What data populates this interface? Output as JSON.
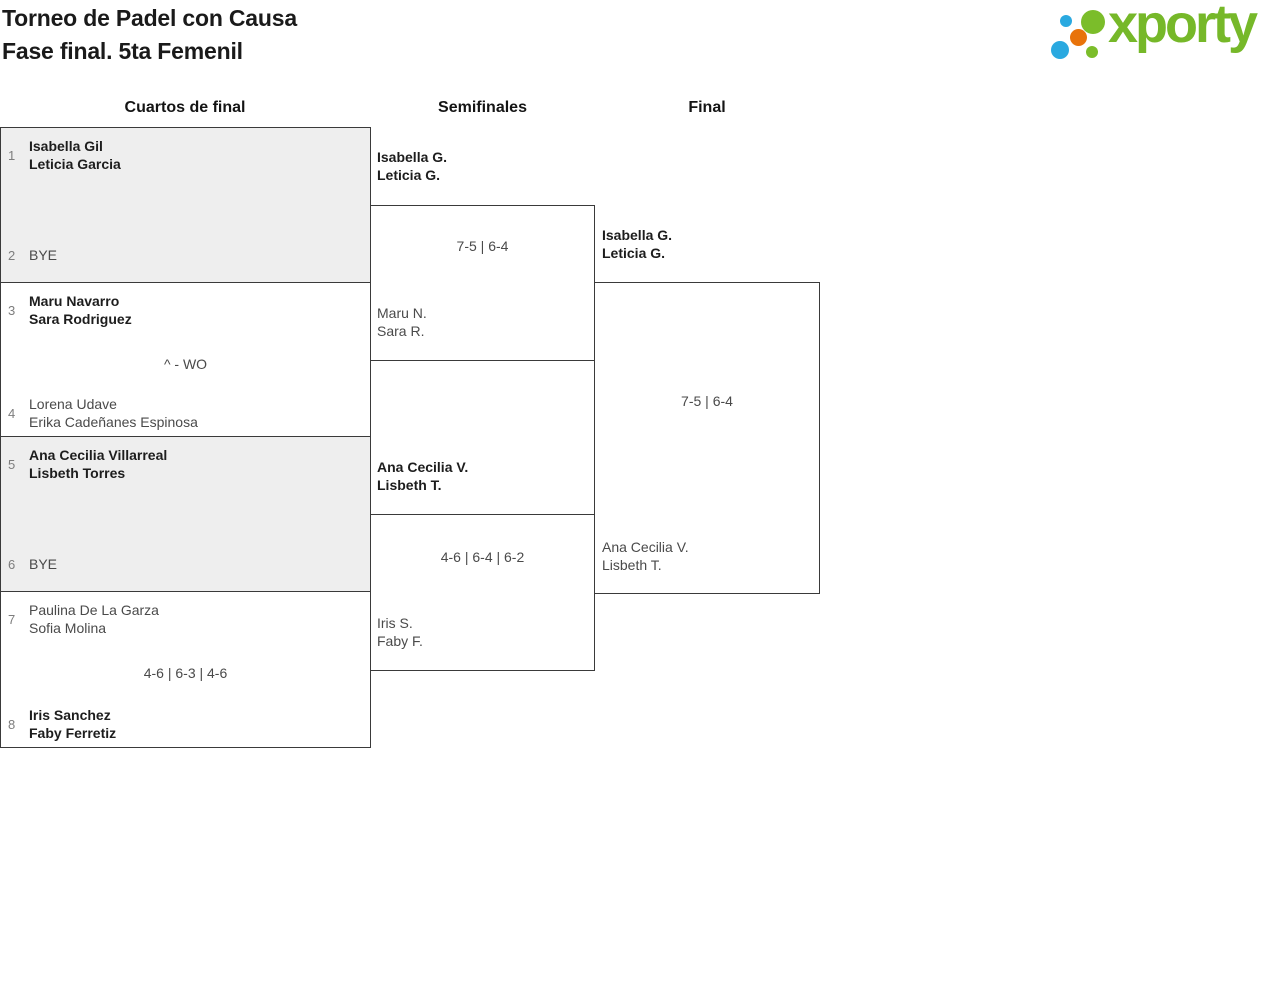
{
  "header": {
    "title_line1": "Torneo de Padel con Causa",
    "title_line2": "Fase final. 5ta Femenil"
  },
  "logo": {
    "text": "xporty",
    "colors": {
      "green": "#76b829",
      "blue": "#2aa9e0",
      "orange": "#e8730a"
    }
  },
  "rounds": {
    "quarterfinals_label": "Cuartos de final",
    "semifinals_label": "Semifinales",
    "final_label": "Final"
  },
  "style_tokens": {
    "border_color": "#3a3a3a",
    "bye_box_fill": "#eeeeee",
    "winner_text": "#1d1d1d",
    "secondary_text": "#4a4a4a",
    "seed_text": "#7d7d7d"
  },
  "bracket": {
    "quarterfinals": [
      {
        "score": "",
        "team1": {
          "seed": "1",
          "players": [
            "Isabella Gil",
            "Leticia Garcia"
          ],
          "winner": true
        },
        "team2": {
          "seed": "2",
          "players": [
            "BYE"
          ],
          "winner": false
        }
      },
      {
        "score": "^ - WO",
        "team1": {
          "seed": "3",
          "players": [
            "Maru Navarro",
            "Sara Rodriguez"
          ],
          "winner": true
        },
        "team2": {
          "seed": "4",
          "players": [
            "Lorena Udave",
            "Erika Cadeñanes Espinosa"
          ],
          "winner": false
        }
      },
      {
        "score": "",
        "team1": {
          "seed": "5",
          "players": [
            "Ana Cecilia Villarreal",
            "Lisbeth Torres"
          ],
          "winner": true
        },
        "team2": {
          "seed": "6",
          "players": [
            "BYE"
          ],
          "winner": false
        }
      },
      {
        "score": "4-6 | 6-3 | 4-6",
        "team1": {
          "seed": "7",
          "players": [
            "Paulina De La Garza",
            "Sofia Molina"
          ],
          "winner": false
        },
        "team2": {
          "seed": "8",
          "players": [
            "Iris Sanchez",
            "Faby Ferretiz"
          ],
          "winner": true
        }
      }
    ],
    "semifinals": [
      {
        "score": "7-5 | 6-4",
        "team1": {
          "players": [
            "Isabella G.",
            "Leticia G."
          ],
          "winner": true
        },
        "team2": {
          "players": [
            "Maru N.",
            "Sara R."
          ],
          "winner": false
        }
      },
      {
        "score": "4-6 | 6-4 | 6-2",
        "team1": {
          "players": [
            "Ana Cecilia V.",
            "Lisbeth T."
          ],
          "winner": true
        },
        "team2": {
          "players": [
            "Iris S.",
            "Faby F."
          ],
          "winner": false
        }
      }
    ],
    "final": {
      "score": "7-5 | 6-4",
      "team1": {
        "players": [
          "Isabella G.",
          "Leticia G."
        ],
        "winner": true
      },
      "team2": {
        "players": [
          "Ana Cecilia V.",
          "Lisbeth T."
        ],
        "winner": false
      }
    }
  }
}
